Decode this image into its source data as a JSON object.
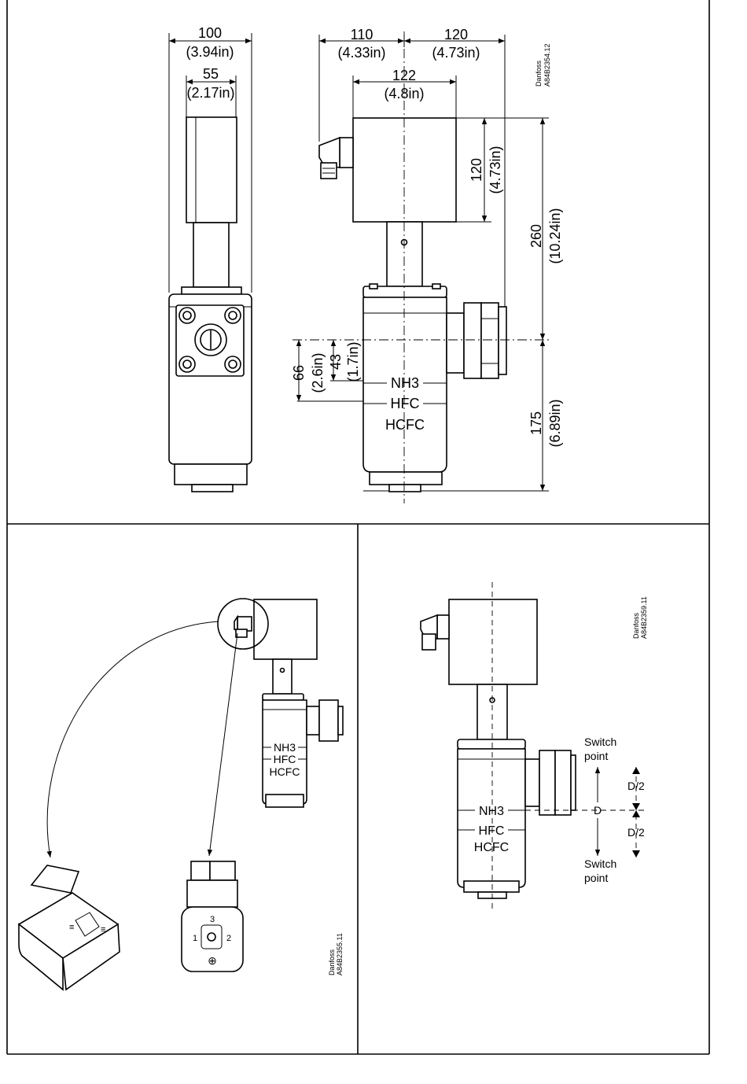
{
  "top_drawing": {
    "dim_width_side": "100",
    "dim_width_side_in": "(3.94in)",
    "dim_55": "55",
    "dim_55_in": "(2.17in)",
    "dim_110": "110",
    "dim_110_in": "(4.33in)",
    "dim_120_top": "120",
    "dim_120_top_in": "(4.73in)",
    "dim_122": "122",
    "dim_122_in": "(4.8in)",
    "dim_120_vert": "120",
    "dim_120_vert_in": "(4.73in)",
    "dim_260": "260",
    "dim_260_in": "(10.24in)",
    "dim_175": "175",
    "dim_175_in": "(6.89in)",
    "dim_66": "66",
    "dim_66_in": "(2.6in)",
    "dim_43": "43",
    "dim_43_in": "(1.7in)",
    "ref_brand": "Danfoss",
    "ref_code": "A84B2354.12"
  },
  "refrigerants": [
    "NH3",
    "HFC",
    "HCFC"
  ],
  "connector_drawing": {
    "ref_brand": "Danfoss",
    "ref_code": "A84B2355.11",
    "pin_1": "1",
    "pin_2": "2",
    "pin_3": "3",
    "pin_earth": "⊕"
  },
  "switch_drawing": {
    "ref_brand": "Danfoss",
    "ref_code": "A84B2359.11",
    "switch_point_upper": "Switch\npoint",
    "switch_point_lower": "Switch\npoint",
    "d_label": "D",
    "d_half_upper": "D/2",
    "d_half_lower": "D/2"
  }
}
